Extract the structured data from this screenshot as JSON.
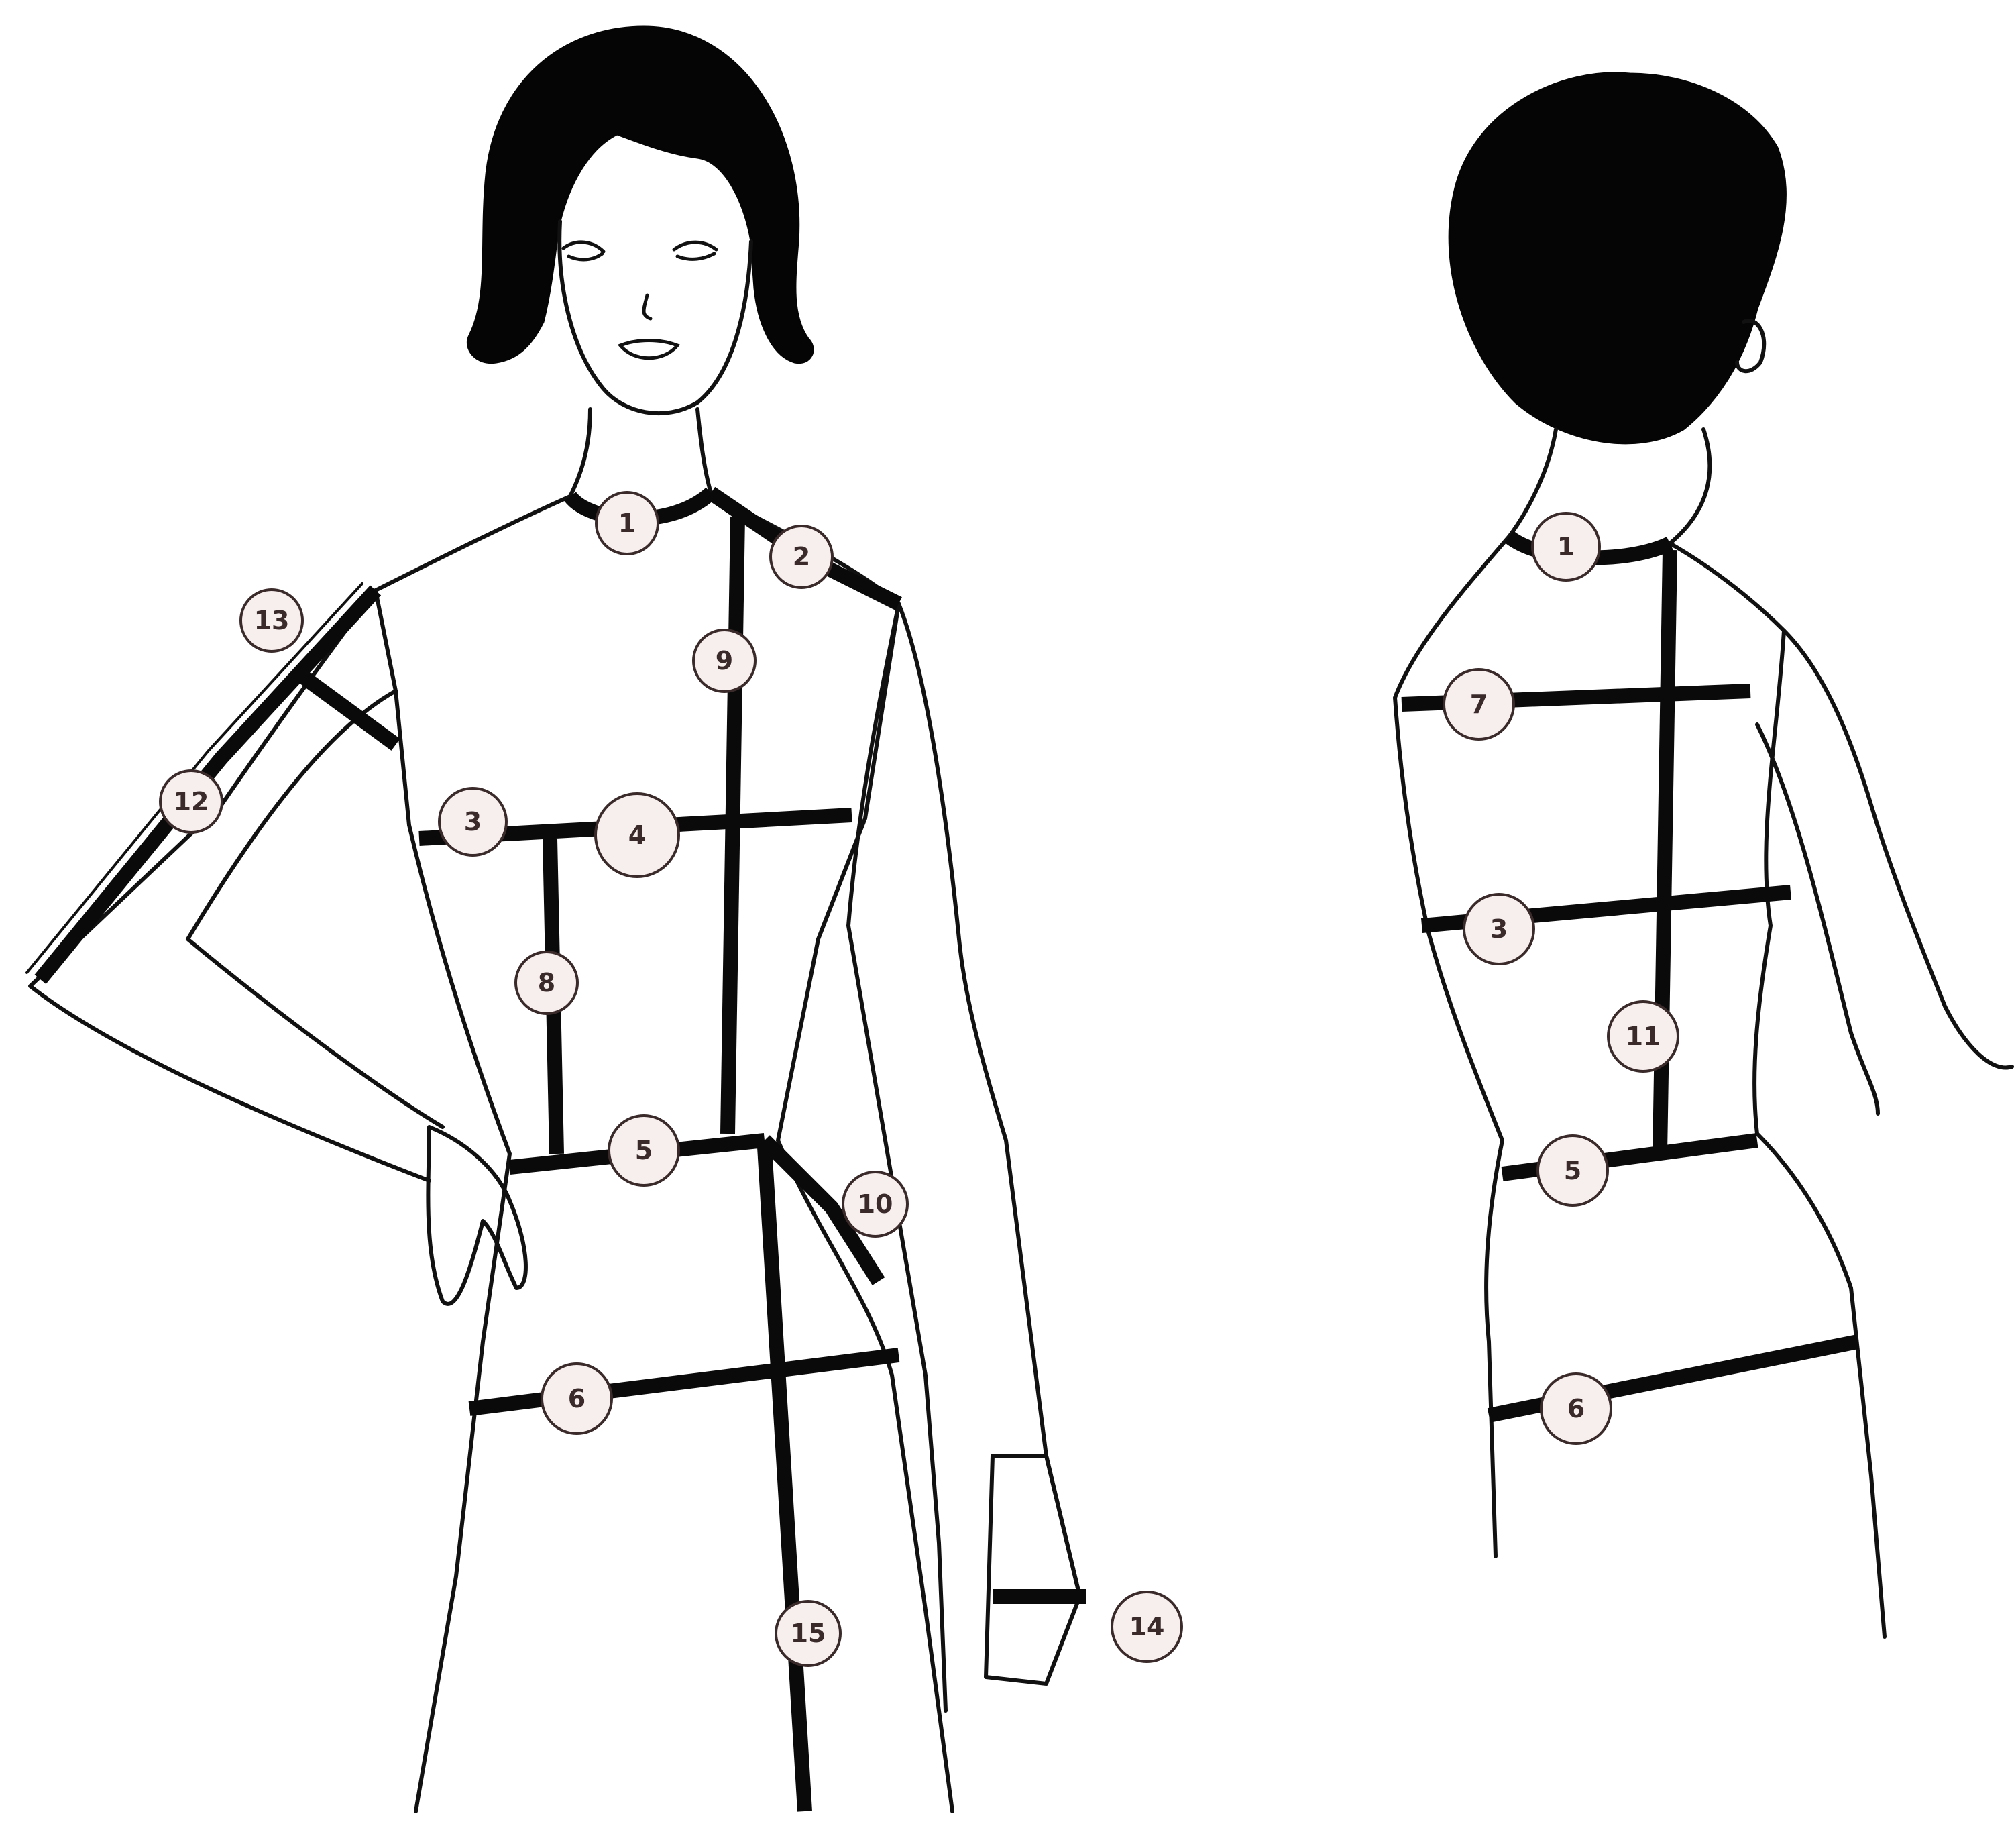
{
  "colors": {
    "ink": "#111111",
    "marker_fill": "#f7eeee",
    "marker_stroke": "#3a2a2a",
    "background": "#ffffff"
  },
  "figures": [
    {
      "name": "front-view",
      "markers": [
        {
          "id": "front-1",
          "label": "1"
        },
        {
          "id": "front-2",
          "label": "2"
        },
        {
          "id": "front-13",
          "label": "13"
        },
        {
          "id": "front-9",
          "label": "9"
        },
        {
          "id": "front-12",
          "label": "12"
        },
        {
          "id": "front-3",
          "label": "3"
        },
        {
          "id": "front-4",
          "label": "4"
        },
        {
          "id": "front-8",
          "label": "8"
        },
        {
          "id": "front-5",
          "label": "5"
        },
        {
          "id": "front-10",
          "label": "10"
        },
        {
          "id": "front-6",
          "label": "6"
        },
        {
          "id": "front-15",
          "label": "15"
        },
        {
          "id": "front-14",
          "label": "14"
        }
      ]
    },
    {
      "name": "back-view",
      "markers": [
        {
          "id": "back-1",
          "label": "1"
        },
        {
          "id": "back-7",
          "label": "7"
        },
        {
          "id": "back-3",
          "label": "3"
        },
        {
          "id": "back-11",
          "label": "11"
        },
        {
          "id": "back-5",
          "label": "5"
        },
        {
          "id": "back-6",
          "label": "6"
        }
      ]
    }
  ]
}
